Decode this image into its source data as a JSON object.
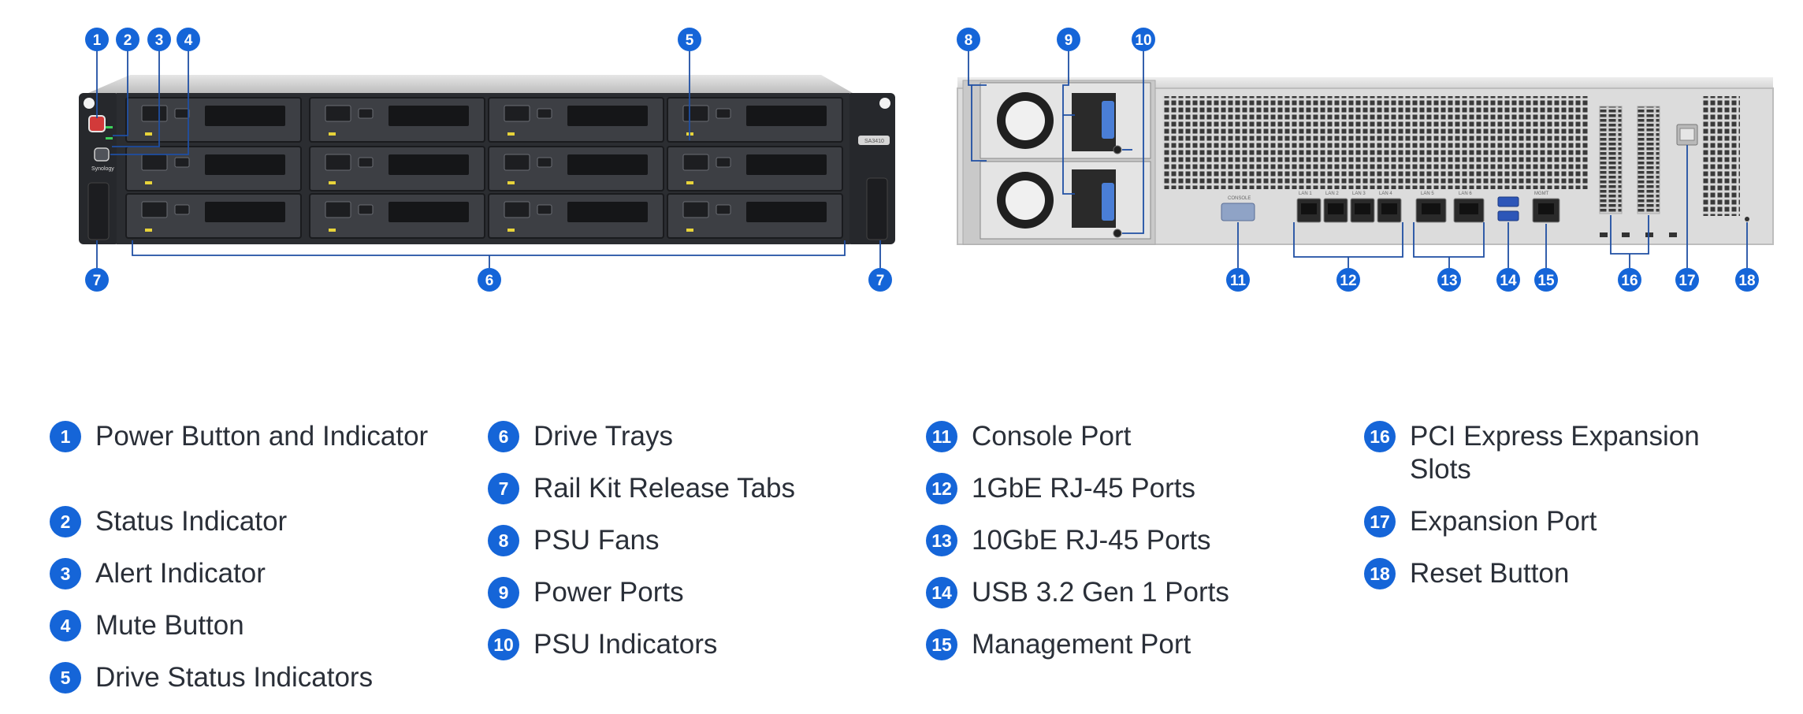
{
  "colors": {
    "accent": "#1565d8",
    "text": "#2a2f38",
    "chassis": "#2b2d31",
    "bay": "#3d3f44"
  },
  "front_panel": {
    "model_label": "SA3410",
    "brand_label": "Synology"
  },
  "rear_panel": {
    "console_label": "CONSOLE",
    "lan_labels": [
      "LAN 1",
      "LAN 2",
      "LAN 3",
      "LAN 4"
    ],
    "ten_gbe_labels": [
      "LAN 5",
      "LAN 6"
    ],
    "mgmt_label": "MGMT"
  },
  "callouts": [
    "1",
    "2",
    "3",
    "4",
    "5",
    "6",
    "7",
    "7",
    "8",
    "9",
    "10",
    "11",
    "12",
    "13",
    "14",
    "15",
    "16",
    "17",
    "18"
  ],
  "legend": [
    {
      "num": "1",
      "label": "Power Button and Indicator"
    },
    {
      "num": "2",
      "label": "Status Indicator"
    },
    {
      "num": "3",
      "label": "Alert Indicator"
    },
    {
      "num": "4",
      "label": "Mute Button"
    },
    {
      "num": "5",
      "label": "Drive Status Indicators"
    },
    {
      "num": "6",
      "label": "Drive Trays"
    },
    {
      "num": "7",
      "label": "Rail Kit Release Tabs"
    },
    {
      "num": "8",
      "label": "PSU Fans"
    },
    {
      "num": "9",
      "label": "Power Ports"
    },
    {
      "num": "10",
      "label": "PSU Indicators"
    },
    {
      "num": "11",
      "label": "Console Port"
    },
    {
      "num": "12",
      "label": "1GbE RJ-45 Ports"
    },
    {
      "num": "13",
      "label": "10GbE RJ-45 Ports"
    },
    {
      "num": "14",
      "label": "USB 3.2 Gen 1 Ports"
    },
    {
      "num": "15",
      "label": "Management Port"
    },
    {
      "num": "16",
      "label": "PCI Express Expansion Slots"
    },
    {
      "num": "17",
      "label": "Expansion Port"
    },
    {
      "num": "18",
      "label": "Reset Button"
    }
  ]
}
